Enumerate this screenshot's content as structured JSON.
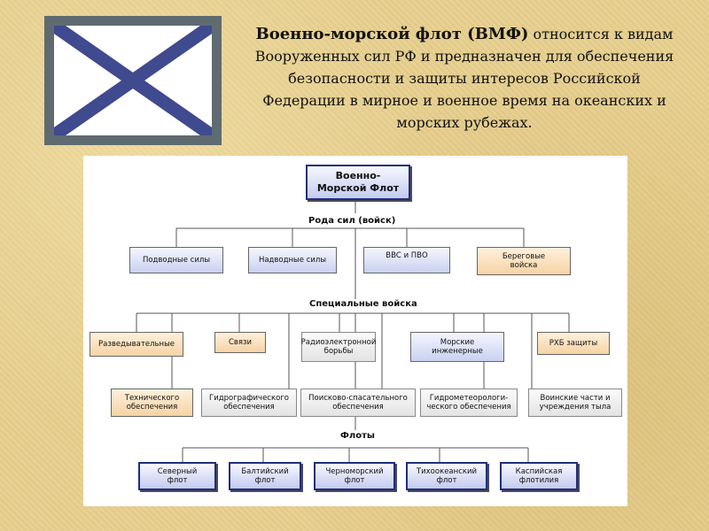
{
  "intro": {
    "title": "Военно-морской флот (ВМФ)",
    "text": " относится к видам Вооруженных сил РФ и предназначен для обеспечения безопасности и защиты интересов Российской Федерации в мирное и военное время на океанских и морских рубежах."
  },
  "flag": {
    "field_color": "#ffffff",
    "cross_color": "#3f4a8f",
    "frame_color": "#5f6b70"
  },
  "diagram": {
    "root": "Военно-\nМорской Флот",
    "sections": [
      {
        "heading": "Рода сил (войск)",
        "items": [
          "Подводные силы",
          "Надводные силы",
          "ВВС и ПВО",
          "Береговые\nвойска"
        ]
      },
      {
        "heading": "Специальные войска",
        "items": [
          "Разведывательные",
          "Связи",
          "Радиоэлектронной\nборьбы",
          "Морские\nинженерные",
          "РХБ защиты",
          "Технического\nобеспечения",
          "Гидрографического\nобеспечения",
          "Поисково-спасательного\nобеспечения",
          "Гидрометеорологи-\nческого обеспечения",
          "Воинские части и\nучреждения тыла"
        ]
      },
      {
        "heading": "Флоты",
        "items": [
          "Северный\nфлот",
          "Балтийский\nфлот",
          "Черноморский\nфлот",
          "Тихоокеанский\nфлот",
          "Каспийская\nфлотилия"
        ]
      }
    ]
  }
}
